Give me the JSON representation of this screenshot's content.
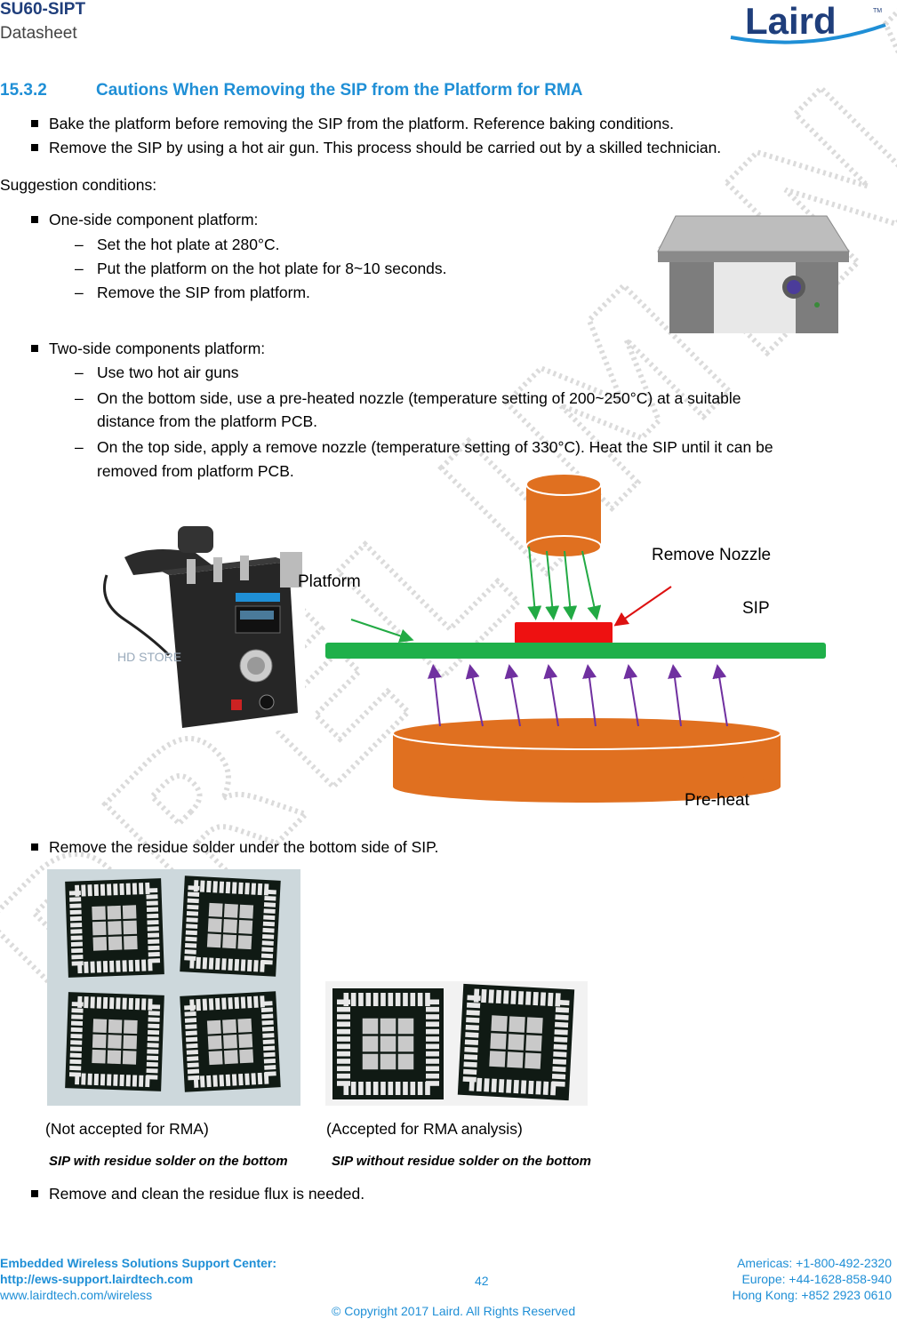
{
  "header": {
    "doc_title": "SU60-SIPT",
    "doc_subtitle": "Datasheet",
    "logo_text": "Laird"
  },
  "section": {
    "number": "15.3.2",
    "title": "Cautions When Removing the SIP from the Platform for RMA"
  },
  "bullets_top": [
    "Bake the platform before removing the SIP from the platform. Reference baking conditions.",
    "Remove the SIP by using a hot air gun. This process should be carried out by a skilled technician."
  ],
  "suggestion": "Suggestion conditions:",
  "one_side": {
    "title": "One-side component platform:",
    "items": [
      "Set the hot plate at 280°C.",
      "Put the platform on the hot plate for 8~10 seconds.",
      "Remove the SIP from platform."
    ]
  },
  "two_side": {
    "title": "Two-side components platform:",
    "items": [
      "Use two hot air guns",
      "On the bottom side, use a pre-heated nozzle (temperature setting of 200~250°C) at a suitable",
      "distance from the platform PCB.",
      "On the top side, apply a remove nozzle (temperature setting of 330°C). Heat the SIP until it can be",
      "removed from platform PCB."
    ]
  },
  "diagram": {
    "platform_label": "Platform",
    "remove_nozzle_label": "Remove Nozzle",
    "sip_label": "SIP",
    "preheat_label": "Pre-heat",
    "colors": {
      "nozzle": "#e07020",
      "platform": "#1fb04a",
      "sip": "#ee1111",
      "arrow_up": "#7030a0",
      "arrow_down": "#22aa44",
      "pointer": "#dd1111"
    }
  },
  "bullet_residue": "Remove the residue solder under the bottom side of SIP.",
  "captions": {
    "left": "(Not accepted for RMA)",
    "right": "(Accepted for RMA analysis)",
    "left_italic": "SIP with residue solder on the bottom",
    "right_italic": "SIP without residue solder on the bottom"
  },
  "bullet_clean": "Remove and clean the residue flux is needed.",
  "footer": {
    "support_center": "Embedded Wireless Solutions Support Center:",
    "support_url": "http://ews-support.lairdtech.com",
    "website": "www.lairdtech.com/wireless",
    "page_number": "42",
    "copyright": "© Copyright 2017 Laird. All Rights Reserved",
    "americas": "Americas: +1-800-492-2320",
    "europe": "Europe: +44-1628-858-940",
    "hongkong": "Hong Kong: +852 2923 0610"
  }
}
